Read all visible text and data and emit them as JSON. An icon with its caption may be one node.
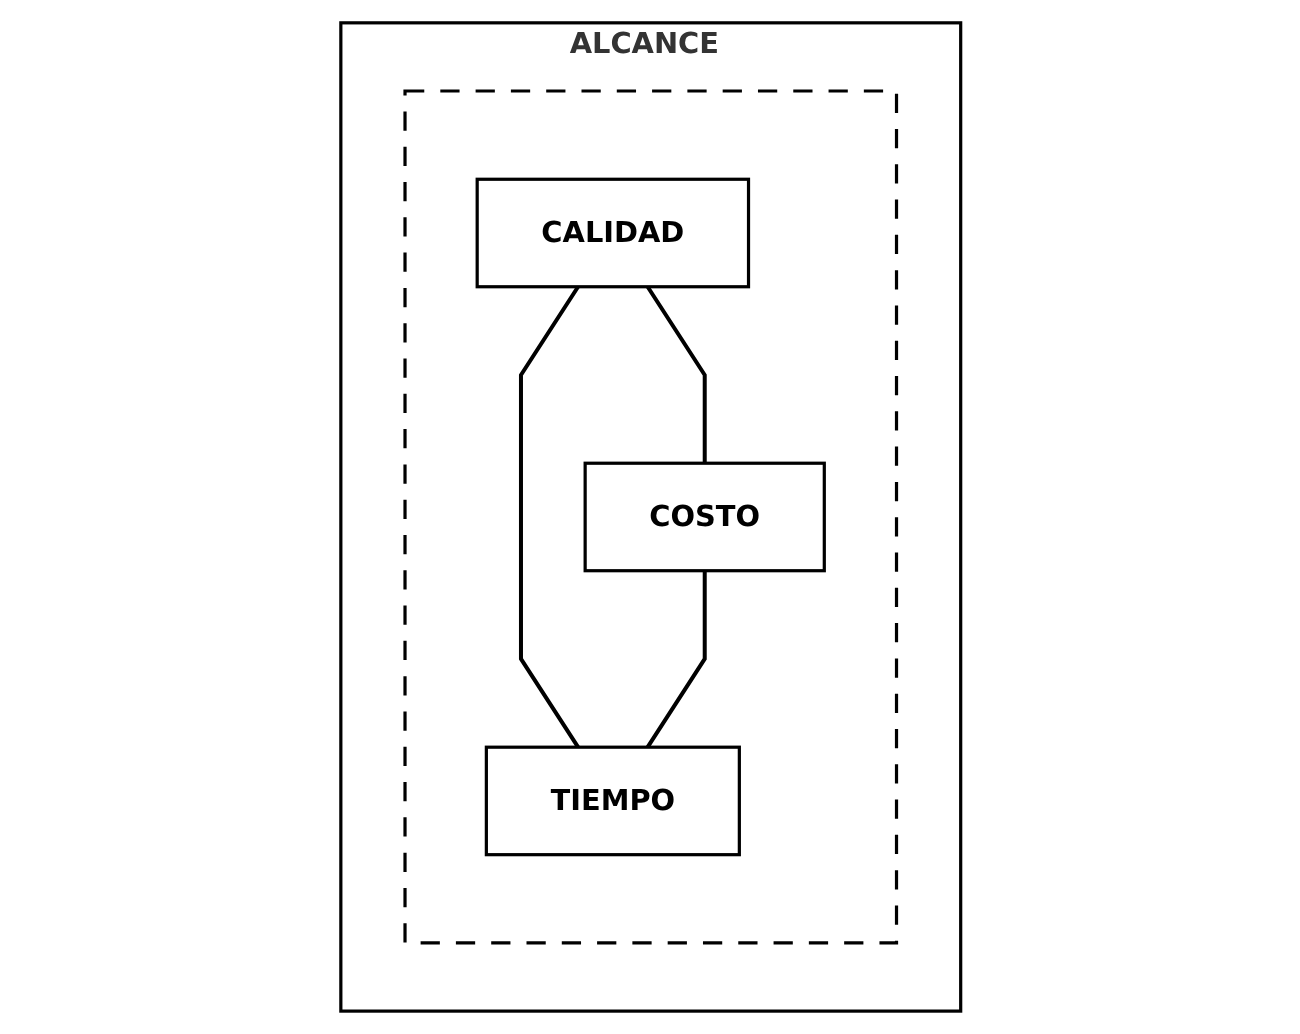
{
  "diagram": {
    "nodes": [
      {
        "text": [
          "ALCANCE"
        ]
      },
      {
        "text": [],
        "shape": "box",
        "in": 0
      },
      {
        "text": [
          "CALIDAD"
        ],
        "in": 1
      },
      {
        "text": [
          "COSTO"
        ],
        "in": 1
      },
      {
        "text": [
          "TIEMPO"
        ],
        "in": 1
      }
    ],
    "edges": [
      {
        "from": 2,
        "to": 3,
        "arrow": "none"
      },
      {
        "from": 2,
        "to": 4,
        "arrow": "none"
      },
      {
        "from": 3,
        "to": 4,
        "arrow": "none"
      }
    ]
  }
}
